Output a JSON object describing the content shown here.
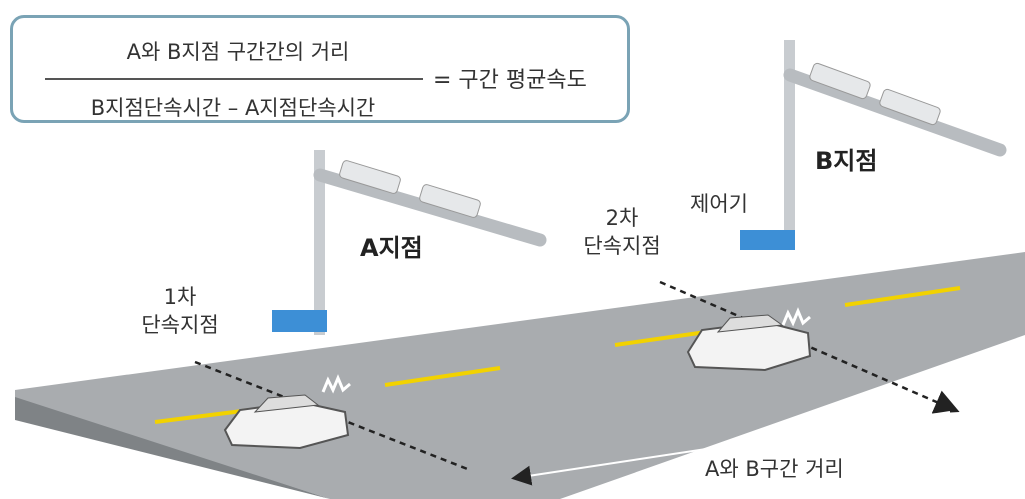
{
  "formula": {
    "numerator": "A와 B지점 구간간의 거리",
    "denominator": "B지점단속시간 – A지점단속시간",
    "result": "= 구간 평균속도"
  },
  "labels": {
    "point_a": "A지점",
    "point_b": "B지점",
    "controller": "제어기",
    "first_line1": "1차",
    "first_line2": "단속지점",
    "second_line1": "2차",
    "second_line2": "단속지점",
    "distance": "A와 B구간 거리"
  },
  "colors": {
    "road": "#a9acaf",
    "lane": "#f2d200",
    "box": "#3d8fd6",
    "frame": "#7aa3b5"
  }
}
